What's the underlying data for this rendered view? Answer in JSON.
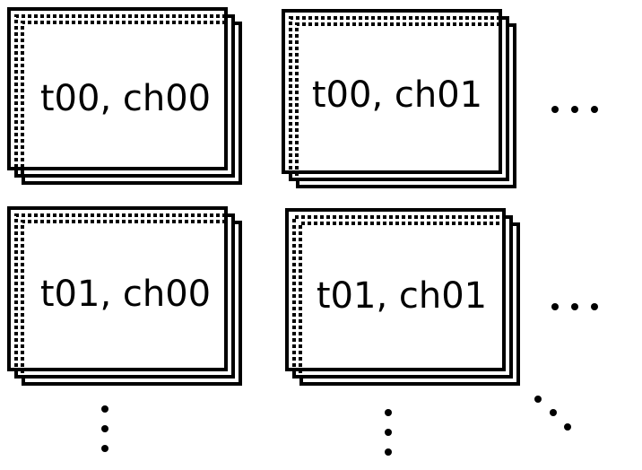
{
  "tiles": [
    {
      "label": "t00, ch00",
      "dashed": "top-left"
    },
    {
      "label": "t00, ch01",
      "dashed": "top-left"
    },
    {
      "label": "t01, ch00",
      "dashed": "top-left"
    },
    {
      "label": "t01, ch01",
      "dashed": "top-left"
    }
  ],
  "continuation": {
    "row_symbol": "horizontal-ellipsis",
    "column_symbol": "vertical-ellipsis",
    "grid_symbol": "diagonal-ellipsis"
  },
  "colors": {
    "stroke": "#000000",
    "background": "#ffffff"
  }
}
